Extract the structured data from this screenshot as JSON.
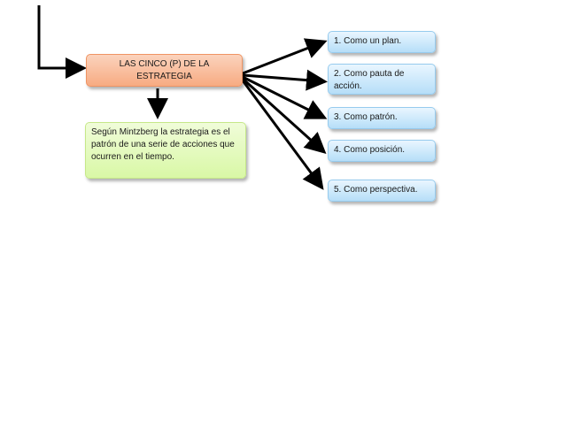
{
  "diagram": {
    "main_box": {
      "text": "LAS CINCO (P) DE LA ESTRATEGIA"
    },
    "note_box": {
      "text": "Según Mintzberg la estrategia es el patrón de una serie de acciones que ocurren en el tiempo."
    },
    "items": [
      {
        "text": "1. Como un plan."
      },
      {
        "text": "2. Como pauta de acción."
      },
      {
        "text": "3. Como patrón."
      },
      {
        "text": "4. Como posición."
      },
      {
        "text": "5. Como perspectiva."
      }
    ],
    "colors": {
      "connector": "#000000",
      "main_fill": "#f7ab82",
      "note_fill": "#d9f8a6",
      "item_fill": "#b6def8"
    }
  }
}
